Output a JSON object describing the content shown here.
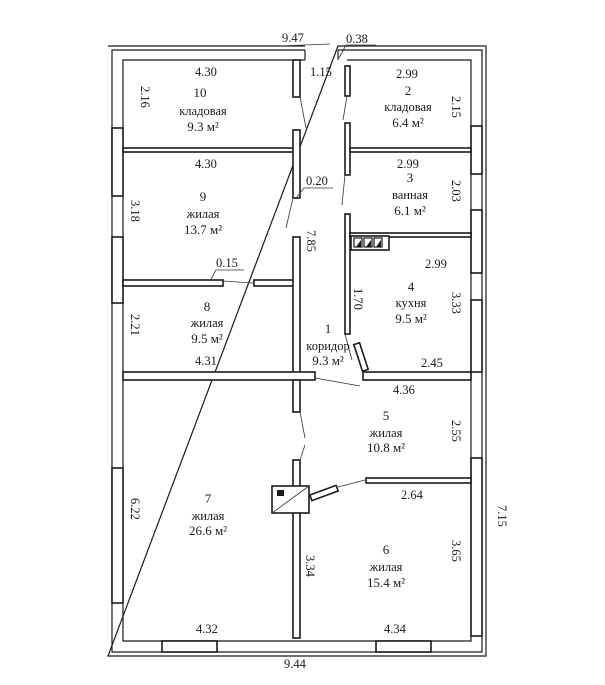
{
  "plan": {
    "overall": {
      "top": "9.47",
      "bottom": "9.44",
      "right": "7.15",
      "entrance_wall": "0.38"
    },
    "rooms": [
      {
        "num": "1",
        "name": "коридор",
        "area": "9.3 м²",
        "dims": [
          "1.15",
          "0.20",
          "7.85",
          "1.70"
        ]
      },
      {
        "num": "2",
        "name": "кладовая",
        "area": "6.4 м²",
        "dims": [
          "2.99",
          "2.15"
        ]
      },
      {
        "num": "3",
        "name": "ванная",
        "area": "6.1 м²",
        "dims": [
          "2.99",
          "2.03"
        ]
      },
      {
        "num": "4",
        "name": "кухня",
        "area": "9.5 м²",
        "dims": [
          "2.99",
          "3.33",
          "2.45"
        ]
      },
      {
        "num": "5",
        "name": "жилая",
        "area": "10.8 м²",
        "dims": [
          "4.36",
          "2.55"
        ]
      },
      {
        "num": "6",
        "name": "жилая",
        "area": "15.4 м²",
        "dims": [
          "2.64",
          "3.65",
          "4.34",
          "3.34"
        ]
      },
      {
        "num": "7",
        "name": "жилая",
        "area": "26.6 м²",
        "dims": [
          "6.22",
          "4.32"
        ]
      },
      {
        "num": "8",
        "name": "жилая",
        "area": "9.5 м²",
        "dims": [
          "2.21",
          "4.31",
          "0.15"
        ]
      },
      {
        "num": "9",
        "name": "жилая",
        "area": "13.7 м²",
        "dims": [
          "4.30",
          "3.18"
        ]
      },
      {
        "num": "10",
        "name": "кладовая",
        "area": "9.3 м²",
        "dims": [
          "4.30",
          "2.16"
        ]
      }
    ]
  }
}
